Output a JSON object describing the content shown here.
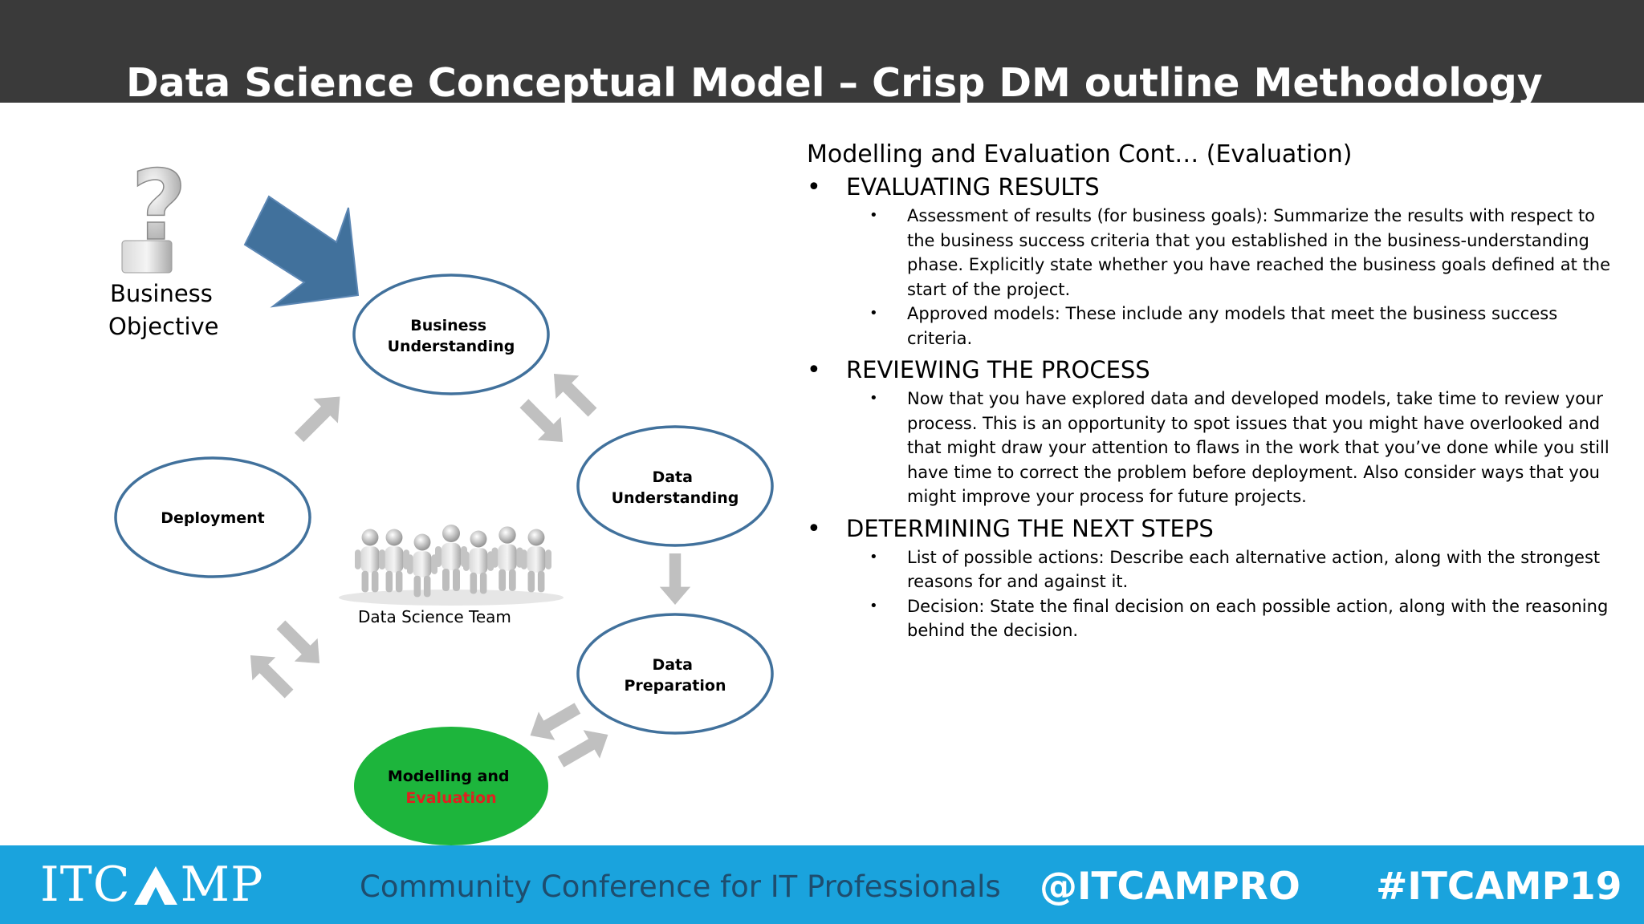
{
  "header": {
    "title": "Data Science Conceptual Model – Crisp DM outline Methodology"
  },
  "diagram": {
    "business_objective": [
      "Business",
      "Objective"
    ],
    "team_label": "Data Science Team",
    "nodes": {
      "business_understanding": [
        "Business",
        "Understanding"
      ],
      "data_understanding": [
        "Data",
        "Understanding"
      ],
      "data_preparation": [
        "Data",
        "Preparation"
      ],
      "modelling": [
        "Modelling and",
        "Evaluation"
      ],
      "deployment": "Deployment"
    },
    "colors": {
      "node_border": "#41719c",
      "active_fill": "#1db53c",
      "active_highlight_text": "#e02020",
      "arrow_gray": "#c0c0c0",
      "big_arrow": "#41719c"
    }
  },
  "content": {
    "heading": "Modelling and Evaluation Cont… (Evaluation)",
    "sections": [
      {
        "title": "EVALUATING RESULTS",
        "bullets": [
          "Assessment of results (for business goals): Summarize the results with respect to the business success criteria that you established in the business-understanding phase. Explicitly state whether you have reached the business goals defined at the start of the project.",
          "Approved models: These include any models that meet the business success criteria."
        ]
      },
      {
        "title": "REVIEWING THE PROCESS",
        "bullets": [
          "Now that you have explored data and developed models, take time to review your process. This is an opportunity to spot issues that you might have overlooked and that might draw your attention to flaws in the work that you’ve done while you still have time to correct the problem before deployment. Also consider ways that you might improve your process for future projects."
        ]
      },
      {
        "title": "DETERMINING THE NEXT STEPS",
        "bullets": [
          "List of possible actions: Describe each alternative action, along with the strongest reasons for and against it.",
          "Decision: State the final decision on each possible action, along with the reasoning behind the decision."
        ]
      }
    ]
  },
  "footer": {
    "logo_left": "ITC",
    "logo_right": "MP",
    "tagline": "Community Conference for IT Professionals",
    "handle": "@ITCAMPRO",
    "hashtag": "#ITCAMP19"
  }
}
